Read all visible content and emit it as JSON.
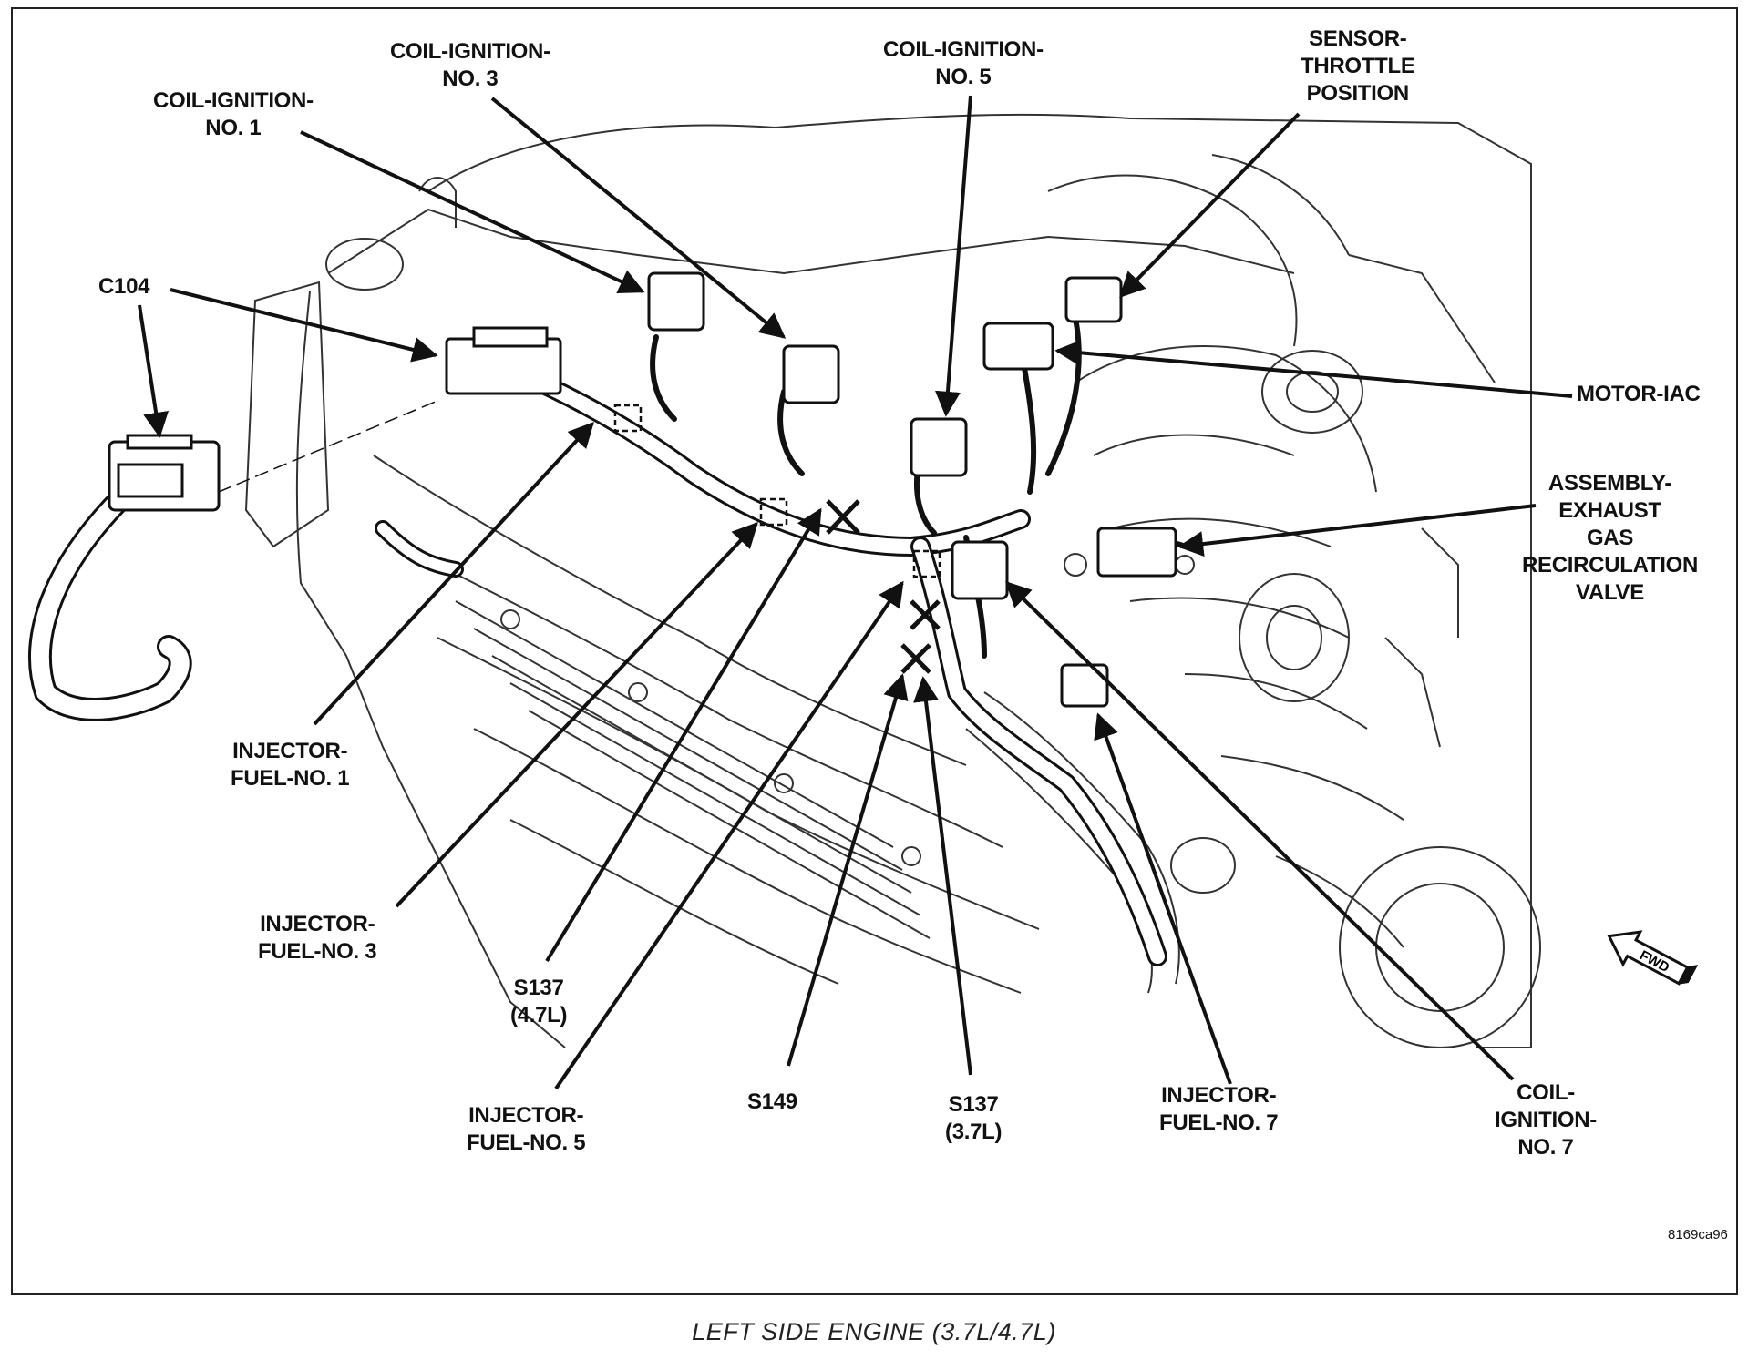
{
  "labels": {
    "coil_ignition_no1": "COIL-IGNITION-\nNO. 1",
    "coil_ignition_no3": "COIL-IGNITION-\nNO. 3",
    "coil_ignition_no5": "COIL-IGNITION-\nNO. 5",
    "sensor_throttle_position": "SENSOR-\nTHROTTLE\nPOSITION",
    "c104": "C104",
    "motor_iac": "MOTOR-IAC",
    "egr_valve": "ASSEMBLY-\nEXHAUST\nGAS\nRECIRCULATION\nVALVE",
    "injector_fuel_no1": "INJECTOR-\nFUEL-NO. 1",
    "injector_fuel_no3": "INJECTOR-\nFUEL-NO. 3",
    "s137_47": "S137\n(4.7L)",
    "injector_fuel_no5": "INJECTOR-\nFUEL-NO. 5",
    "s149": "S149",
    "s137_37": "S137\n(3.7L)",
    "injector_fuel_no7": "INJECTOR-\nFUEL-NO. 7",
    "coil_ignition_no7": "COIL-\nIGNITION-\nNO. 7"
  },
  "fwd_label": "FWD",
  "figure_code": "8169ca96",
  "caption": "LEFT SIDE ENGINE (3.7L/4.7L)"
}
